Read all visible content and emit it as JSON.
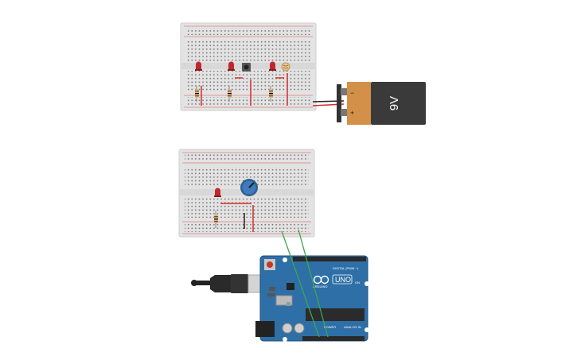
{
  "battery": {
    "voltage_label": "9V",
    "minus_label": "−",
    "plus_label": "+"
  },
  "arduino": {
    "logo_text": "UNO",
    "brand_text": "ARDUINO",
    "digital_label": "DIGITAL (PWM ~)",
    "power_label": "POWER",
    "analog_label": "ANALOG IN",
    "on_label": "ON",
    "colors": {
      "board": "#2e6fa7",
      "header": "#2a2a2a"
    }
  },
  "wire_colors": {
    "red": "#d62c2c",
    "black": "#222222",
    "green": "#3aa84a"
  }
}
